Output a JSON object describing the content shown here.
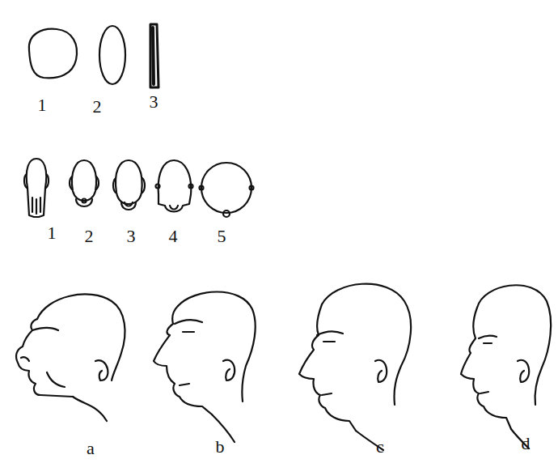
{
  "diagram": {
    "labels": [
      "1",
      "2",
      "3",
      "1",
      "2",
      "3",
      "4",
      "5",
      "a",
      "b",
      "c",
      "d"
    ]
  }
}
